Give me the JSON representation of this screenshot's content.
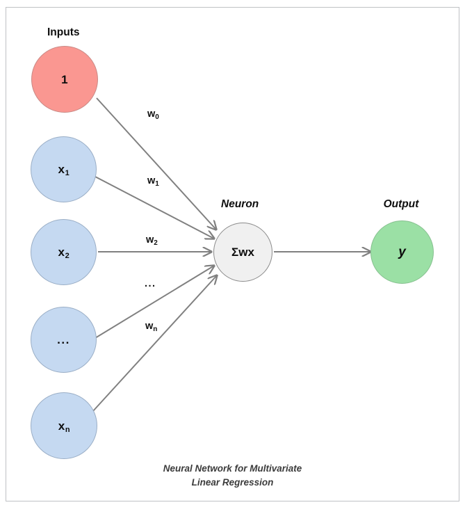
{
  "diagram": {
    "caption_line1": "Neural Network for Multivariate",
    "caption_line2": "Linear Regression",
    "colors": {
      "bias_node": "#fa9791",
      "input_node": "#c5d9f1",
      "neuron_node": "#f0f0f0",
      "output_node": "#9be0a5",
      "edge": "#808080",
      "frame": "#bfc1c4",
      "background": "#ffffff",
      "caption_text": "#3b3b3b"
    },
    "titles": {
      "inputs": "Inputs",
      "neuron": "Neuron",
      "output": "Output"
    },
    "input_nodes": [
      {
        "label": "1",
        "sub": "",
        "kind": "bias"
      },
      {
        "label": "x",
        "sub": "1",
        "kind": "input"
      },
      {
        "label": "x",
        "sub": "2",
        "kind": "input"
      },
      {
        "label": "...",
        "sub": "",
        "kind": "input"
      },
      {
        "label": "x",
        "sub": "n",
        "kind": "input"
      }
    ],
    "edge_labels": [
      {
        "label": "w",
        "sub": "0"
      },
      {
        "label": "w",
        "sub": "1"
      },
      {
        "label": "w",
        "sub": "2"
      },
      {
        "label": "...",
        "sub": ""
      },
      {
        "label": "w",
        "sub": "n"
      }
    ],
    "neuron": {
      "label": "Σwx"
    },
    "output": {
      "label": "y"
    }
  }
}
